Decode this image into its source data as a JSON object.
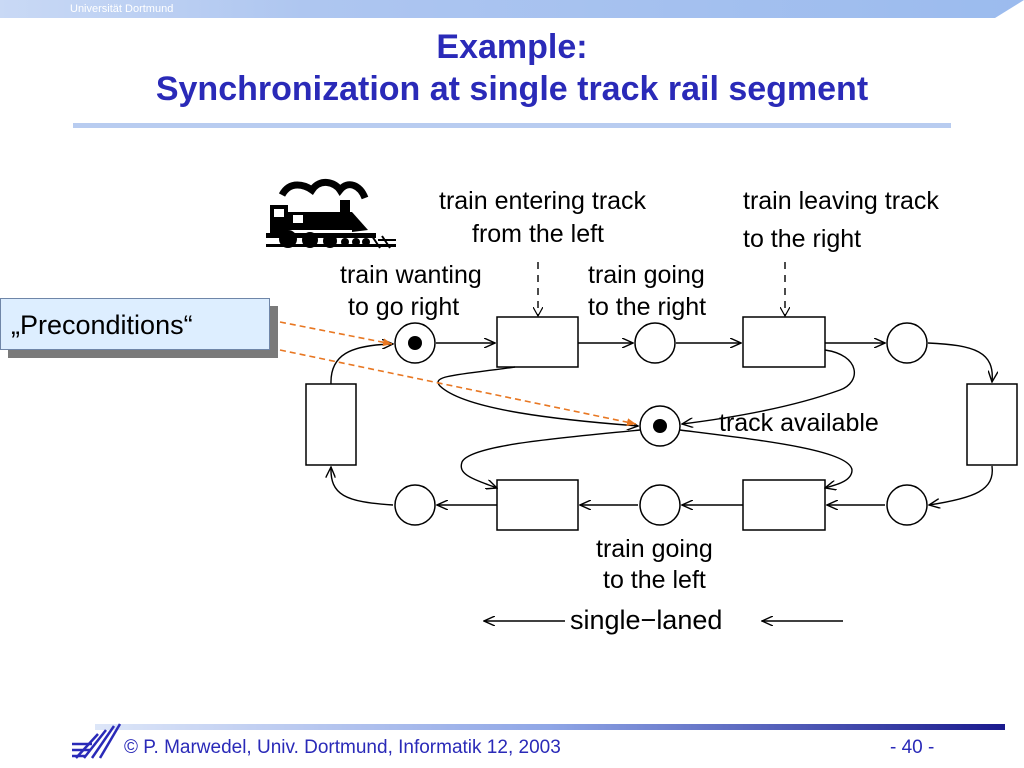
{
  "header": {
    "university": "Universität Dortmund",
    "title_line1": "Example:",
    "title_line2": "Synchronization at single track rail segment"
  },
  "callout": {
    "label": "„Preconditions“"
  },
  "diagram": {
    "labels": {
      "entering": [
        "train entering track",
        "from the left"
      ],
      "leaving": [
        "train leaving track",
        "to the right"
      ],
      "wanting": [
        "train wanting",
        "to go right"
      ],
      "going_right": [
        "train going",
        "to the right"
      ],
      "available": "track available",
      "going_left": [
        "train going",
        "to the left"
      ],
      "single_laned": "single−laned"
    },
    "colors": {
      "arrow": "#000000",
      "callout_line": "#e87722"
    },
    "icons": [
      "locomotive-icon"
    ]
  },
  "footer": {
    "copyright_symbol": "©",
    "text": "P. Marwedel, Univ. Dortmund, Informatik 12, 2003",
    "page": "-  40 -"
  }
}
